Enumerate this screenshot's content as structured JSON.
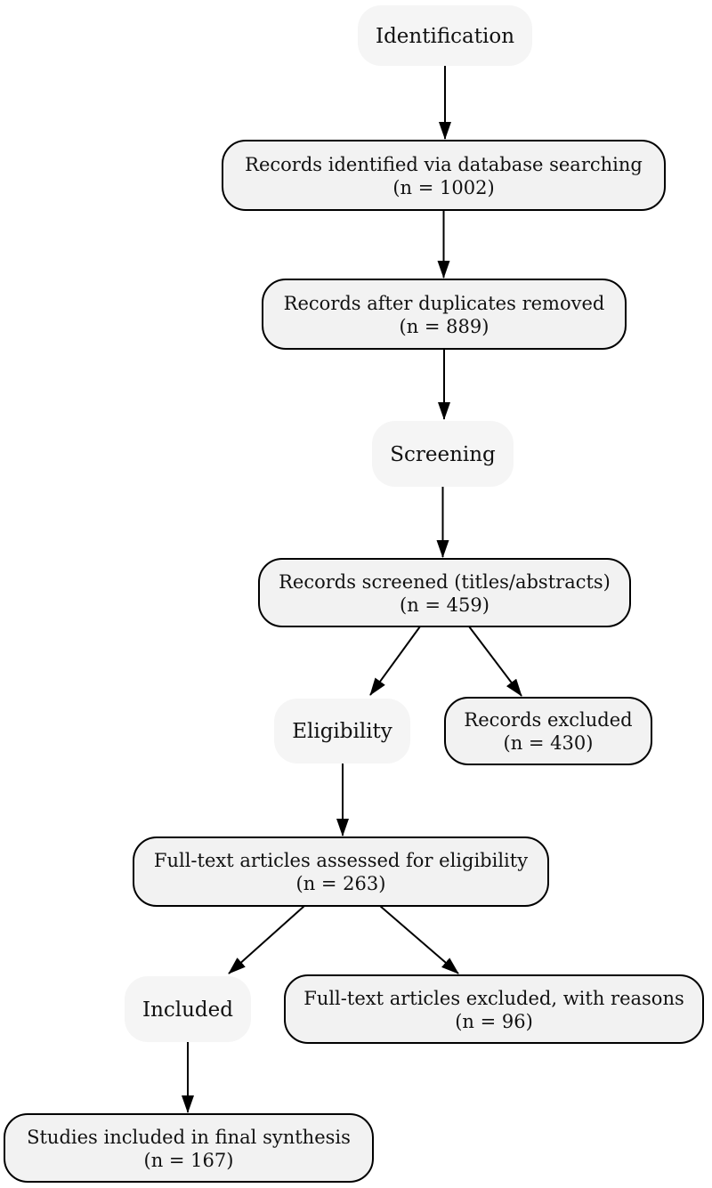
{
  "colors": {
    "background": "#ffffff",
    "stage_fill": "#f5f5f5",
    "box_fill": "#f2f2f2",
    "box_stroke": "#000000",
    "text": "#111111"
  },
  "nodes": {
    "identification": {
      "label": "Identification"
    },
    "records_identified": {
      "line1": "Records identified via database searching",
      "line2": "(n = 1002)"
    },
    "records_deduped": {
      "line1": "Records after duplicates removed",
      "line2": "(n = 889)"
    },
    "screening": {
      "label": "Screening"
    },
    "records_screened": {
      "line1": "Records screened (titles/abstracts)",
      "line2": "(n = 459)"
    },
    "eligibility": {
      "label": "Eligibility"
    },
    "records_excluded": {
      "line1": "Records excluded",
      "line2": "(n = 430)"
    },
    "fulltext_assessed": {
      "line1": "Full-text articles assessed for eligibility",
      "line2": "(n = 263)"
    },
    "included": {
      "label": "Included"
    },
    "fulltext_excluded": {
      "line1": "Full-text articles excluded, with reasons",
      "line2": "(n = 96)"
    },
    "final_synthesis": {
      "line1": "Studies included in final synthesis",
      "line2": "(n = 167)"
    }
  }
}
